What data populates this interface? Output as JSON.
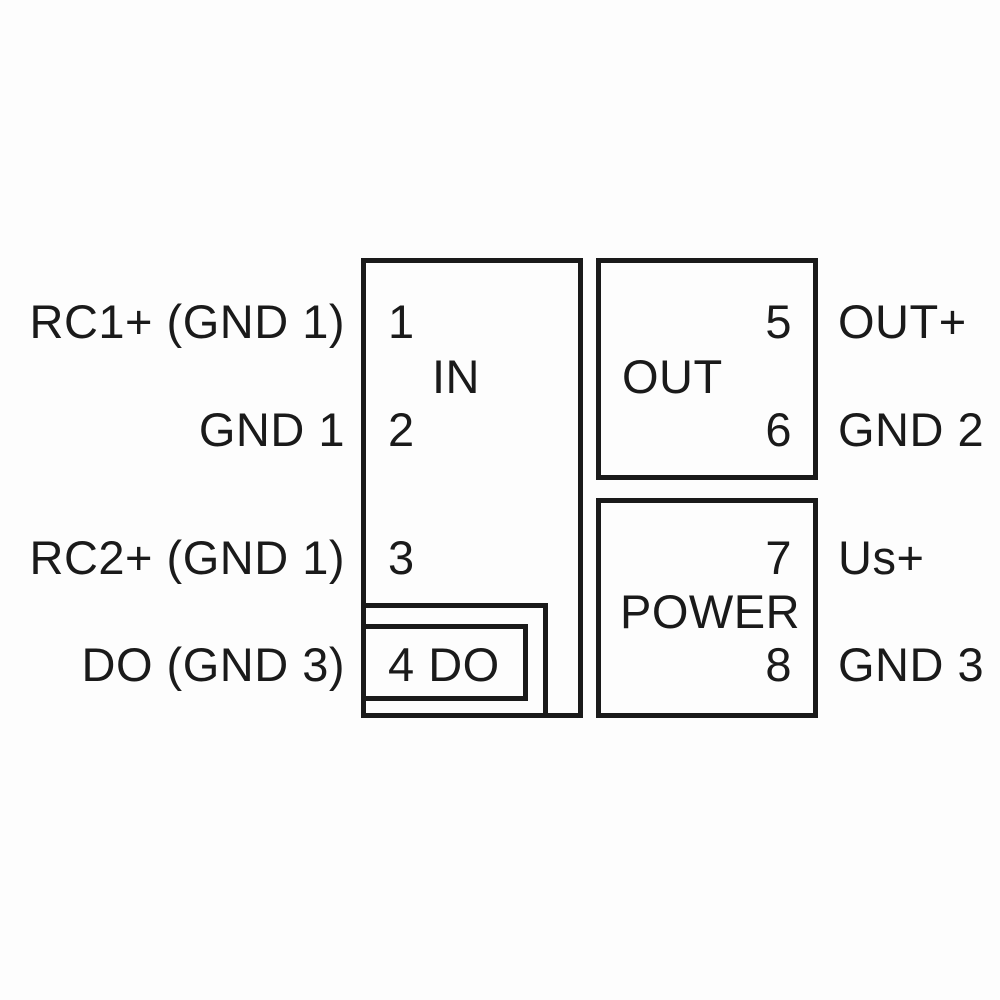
{
  "diagram": {
    "type": "terminal-connection-diagram",
    "colors": {
      "background": "#fdfdfd",
      "line": "#1a1a1a",
      "text": "#1a1a1a"
    },
    "sections": {
      "in": {
        "label": "IN"
      },
      "out": {
        "label": "OUT"
      },
      "power": {
        "label": "POWER"
      }
    },
    "terminals": [
      {
        "pin": "1",
        "side": "left",
        "label": "RC1+ (GND 1)"
      },
      {
        "pin": "2",
        "side": "left",
        "label": "GND 1"
      },
      {
        "pin": "3",
        "side": "left",
        "label": "RC2+ (GND 1)"
      },
      {
        "pin": "4",
        "pin_text": "4 DO",
        "side": "left",
        "label": "DO (GND 3)"
      },
      {
        "pin": "5",
        "side": "right",
        "label": "OUT+"
      },
      {
        "pin": "6",
        "side": "right",
        "label": "GND 2"
      },
      {
        "pin": "7",
        "side": "right",
        "label": "Us+"
      },
      {
        "pin": "8",
        "side": "right",
        "label": "GND 3"
      }
    ]
  }
}
